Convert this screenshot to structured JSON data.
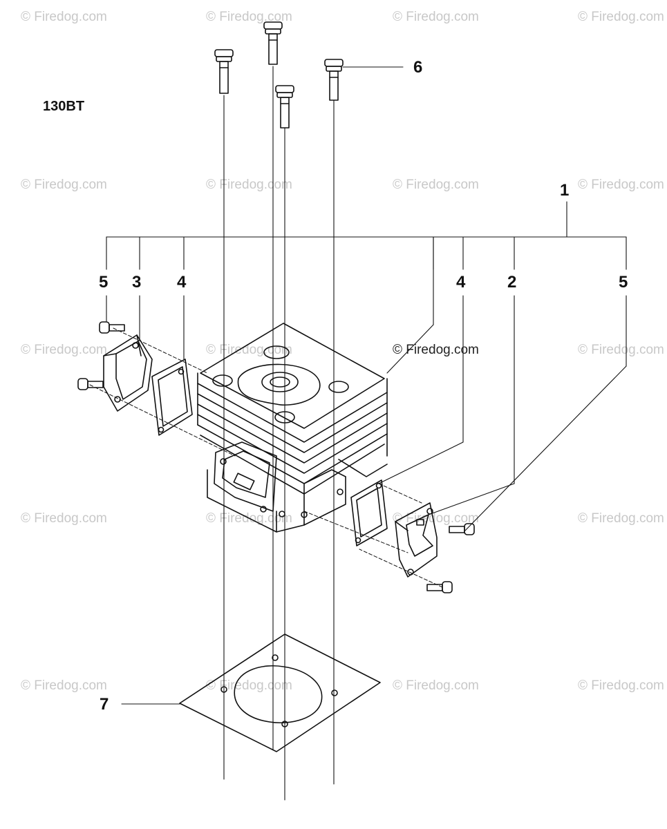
{
  "model_label": "130BT",
  "watermark_text": "© Firedog.com",
  "callouts": {
    "c1": "1",
    "c2": "2",
    "c3": "3",
    "c4a": "4",
    "c4b": "4",
    "c5a": "5",
    "c5b": "5",
    "c6": "6",
    "c7": "7"
  },
  "credit_text": "© Firedog.com",
  "colors": {
    "line": "#111111",
    "watermark": "#c8c8c8",
    "background": "#ffffff"
  }
}
